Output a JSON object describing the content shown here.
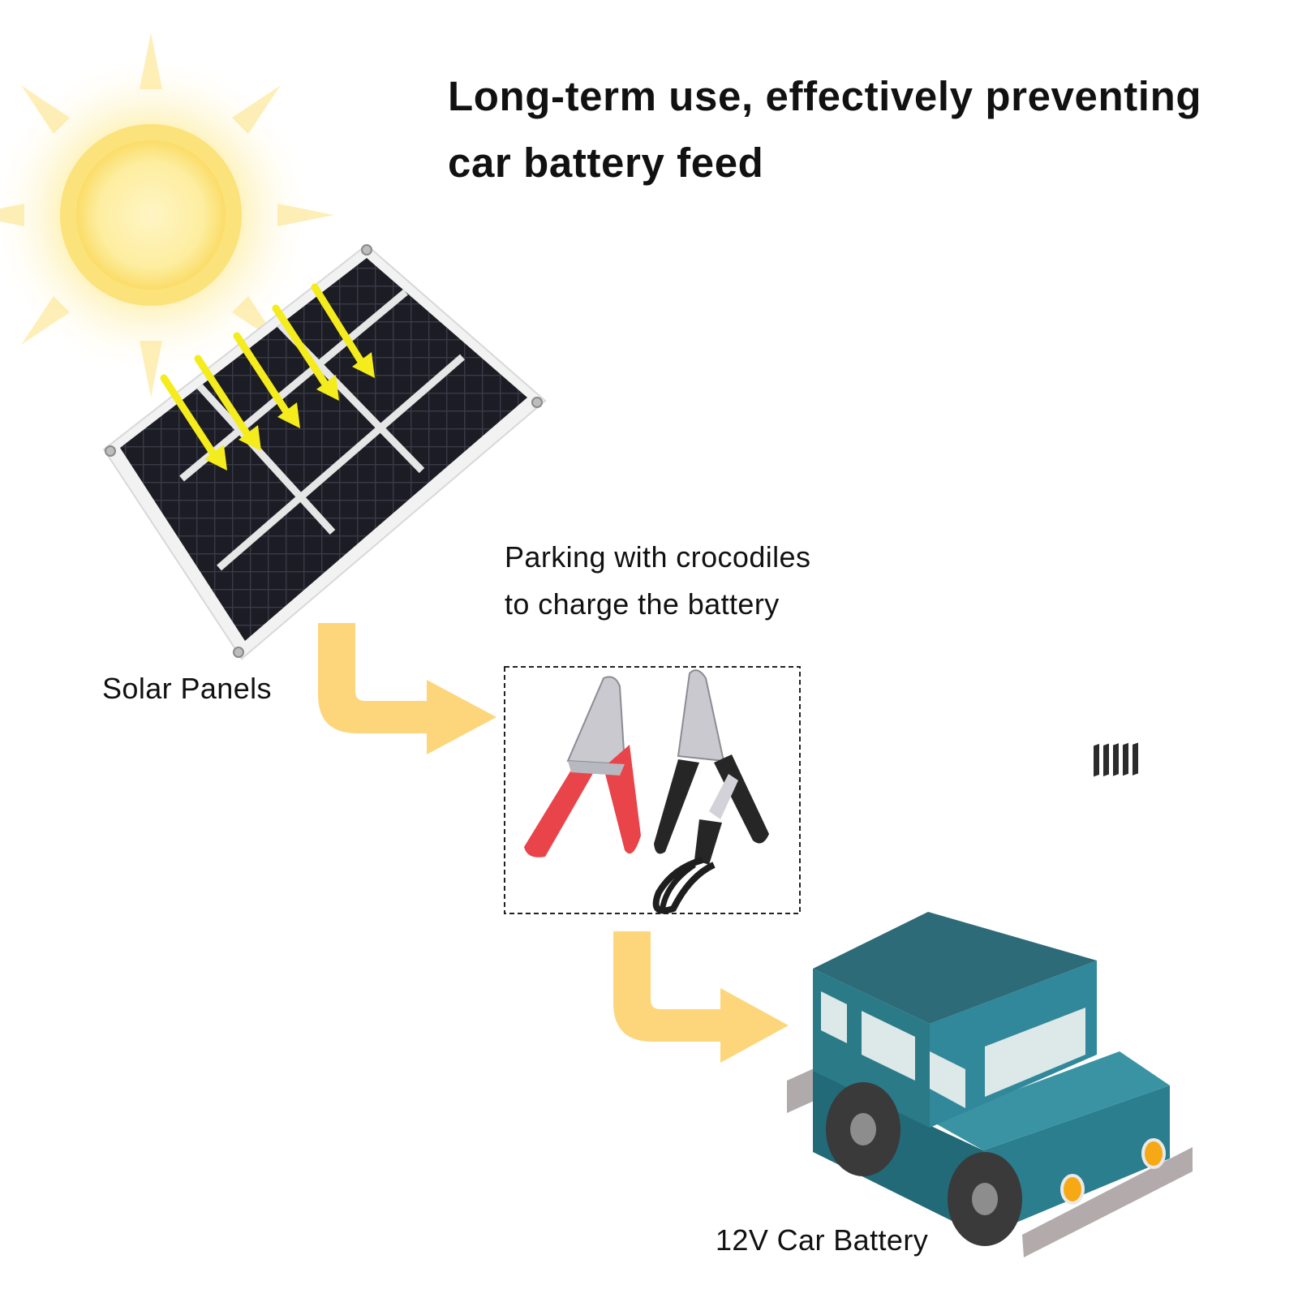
{
  "title": {
    "line1": "Long-term use, effectively preventing",
    "line2": "car battery feed"
  },
  "nodes": {
    "solar_panel_label": "Solar Panels",
    "caption_line1": "Parking with crocodiles",
    "caption_line2": "to charge the battery",
    "car_battery_label": "12V Car Battery"
  },
  "colors": {
    "sun": "#fbe27a",
    "panel_cell": "#1c1c24",
    "ray_arrow": "#f4ec1c",
    "flow_arrow": "#fdd67c",
    "clip_red": "#e8444a",
    "car_body": "#2d7d8c"
  },
  "icons": [
    "sun-icon",
    "solar-panel-icon",
    "crocodile-clips-icon",
    "car-icon"
  ]
}
